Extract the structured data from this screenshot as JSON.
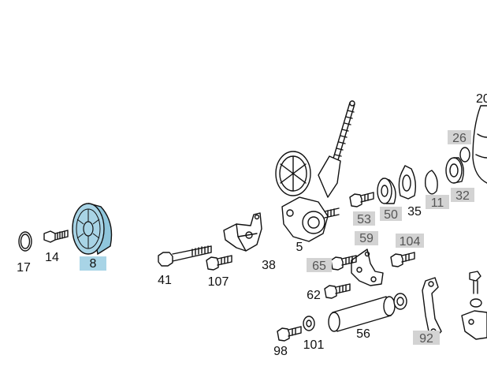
{
  "diagram": {
    "highlight_color": "#a8d4e6",
    "label_box_color": "#d3d3d3",
    "highlighted_part": "8",
    "labels": [
      {
        "id": "17",
        "text": "17",
        "style": "plain"
      },
      {
        "id": "14",
        "text": "14",
        "style": "plain"
      },
      {
        "id": "8",
        "text": "8",
        "style": "highlight"
      },
      {
        "id": "41",
        "text": "41",
        "style": "plain"
      },
      {
        "id": "107",
        "text": "107",
        "style": "plain"
      },
      {
        "id": "38",
        "text": "38",
        "style": "plain"
      },
      {
        "id": "5",
        "text": "5",
        "style": "plain"
      },
      {
        "id": "53",
        "text": "53",
        "style": "boxed"
      },
      {
        "id": "50",
        "text": "50",
        "style": "boxed"
      },
      {
        "id": "35",
        "text": "35",
        "style": "plain"
      },
      {
        "id": "11",
        "text": "11",
        "style": "boxed"
      },
      {
        "id": "32",
        "text": "32",
        "style": "boxed"
      },
      {
        "id": "26",
        "text": "26",
        "style": "boxed"
      },
      {
        "id": "20",
        "text": "20",
        "style": "plain"
      },
      {
        "id": "59",
        "text": "59",
        "style": "boxed"
      },
      {
        "id": "104",
        "text": "104",
        "style": "boxed"
      },
      {
        "id": "65",
        "text": "65",
        "style": "boxed"
      },
      {
        "id": "62",
        "text": "62",
        "style": "plain"
      },
      {
        "id": "56",
        "text": "56",
        "style": "plain"
      },
      {
        "id": "98",
        "text": "98",
        "style": "plain"
      },
      {
        "id": "101",
        "text": "101",
        "style": "plain"
      },
      {
        "id": "92",
        "text": "92",
        "style": "boxed"
      }
    ]
  }
}
